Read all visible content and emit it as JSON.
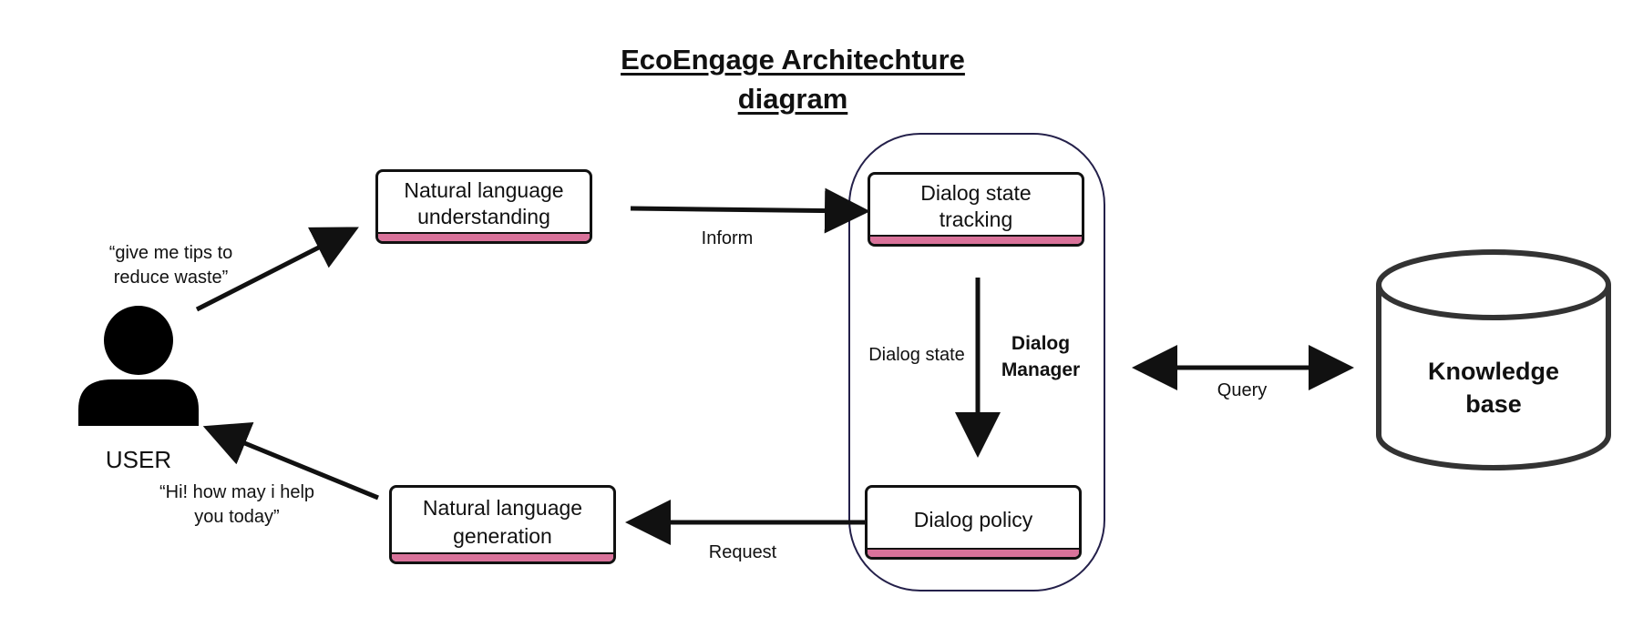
{
  "title_line1": "EcoEngage Architechture",
  "title_line2": "diagram",
  "user": {
    "label": "USER",
    "quote_in": "“give me tips to reduce waste”",
    "quote_out": "“Hi! how may i help you today”"
  },
  "nlu": {
    "label": "Natural language understanding"
  },
  "nlg": {
    "label": "Natural language generation"
  },
  "dst": {
    "label": "Dialog state tracking"
  },
  "policy": {
    "label": "Dialog policy"
  },
  "dialog_manager": {
    "label": "Dialog Manager"
  },
  "edges": {
    "inform": "Inform",
    "dialog_state": "Dialog state",
    "request": "Request",
    "query": "Query"
  },
  "kb": {
    "label": "Knowledge base"
  },
  "colors": {
    "accent_strip": "#d9729a",
    "stroke": "#111111"
  }
}
